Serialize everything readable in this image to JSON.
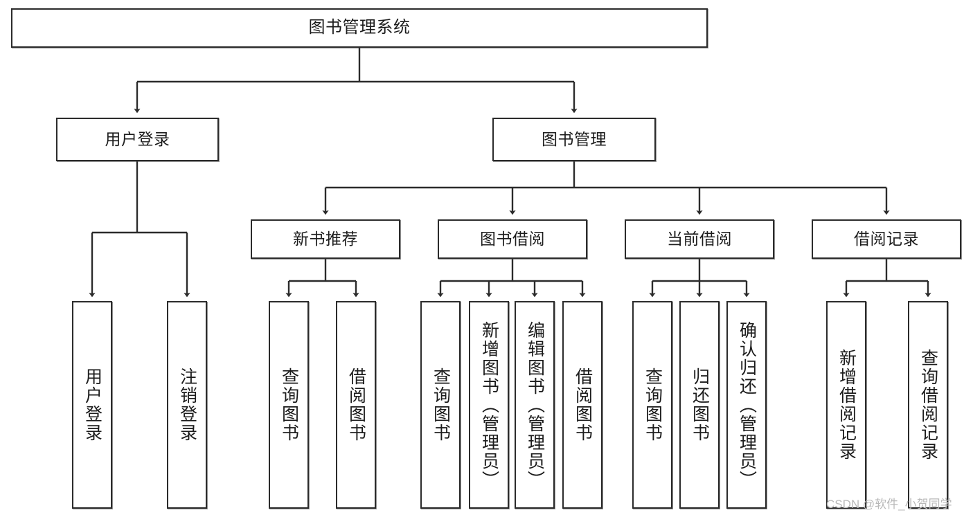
{
  "diagram": {
    "type": "tree",
    "title": "图书管理系统",
    "orientation": "top-down",
    "line_color": "#2b2b2b",
    "box_fill": "#ffffff",
    "background": "#ffffff",
    "levels": 4
  },
  "nodes": {
    "root": {
      "label": "图书管理系统",
      "level": 1
    },
    "user_login": {
      "label": "用户登录",
      "level": 2
    },
    "book_manage": {
      "label": "图书管理",
      "level": 2
    },
    "new_book_rec": {
      "label": "新书推荐",
      "level": 3
    },
    "book_borrow": {
      "label": "图书借阅",
      "level": 3
    },
    "current_borrow": {
      "label": "当前借阅",
      "level": 3
    },
    "borrow_record": {
      "label": "借阅记录",
      "level": 3
    },
    "leaf_user_login": {
      "label": "用户登录",
      "level": 4
    },
    "leaf_logout": {
      "label": "注销登录",
      "level": 4
    },
    "leaf_query_book_1": {
      "label": "查询图书",
      "level": 4
    },
    "leaf_borrow_book_1": {
      "label": "借阅图书",
      "level": 4
    },
    "leaf_query_book_2": {
      "label": "查询图书",
      "level": 4
    },
    "leaf_add_book": {
      "label": "新增图书（管理员）",
      "level": 4
    },
    "leaf_edit_book": {
      "label": "编辑图书（管理员）",
      "level": 4
    },
    "leaf_borrow_book_2": {
      "label": "借阅图书",
      "level": 4
    },
    "leaf_query_book_3": {
      "label": "查询图书",
      "level": 4
    },
    "leaf_return_book": {
      "label": "归还图书",
      "level": 4
    },
    "leaf_confirm_return": {
      "label": "确认归还（管理员）",
      "level": 4
    },
    "leaf_add_record": {
      "label": "新增借阅记录",
      "level": 4
    },
    "leaf_query_record": {
      "label": "查询借阅记录",
      "level": 4
    }
  },
  "edges": [
    {
      "from": "root",
      "to": "user_login"
    },
    {
      "from": "root",
      "to": "book_manage"
    },
    {
      "from": "user_login",
      "to": "leaf_user_login"
    },
    {
      "from": "user_login",
      "to": "leaf_logout"
    },
    {
      "from": "book_manage",
      "to": "new_book_rec"
    },
    {
      "from": "book_manage",
      "to": "book_borrow"
    },
    {
      "from": "book_manage",
      "to": "current_borrow"
    },
    {
      "from": "book_manage",
      "to": "borrow_record"
    },
    {
      "from": "new_book_rec",
      "to": "leaf_query_book_1"
    },
    {
      "from": "new_book_rec",
      "to": "leaf_borrow_book_1"
    },
    {
      "from": "book_borrow",
      "to": "leaf_query_book_2"
    },
    {
      "from": "book_borrow",
      "to": "leaf_add_book"
    },
    {
      "from": "book_borrow",
      "to": "leaf_edit_book"
    },
    {
      "from": "book_borrow",
      "to": "leaf_borrow_book_2"
    },
    {
      "from": "current_borrow",
      "to": "leaf_query_book_3"
    },
    {
      "from": "current_borrow",
      "to": "leaf_return_book"
    },
    {
      "from": "current_borrow",
      "to": "leaf_confirm_return"
    },
    {
      "from": "borrow_record",
      "to": "leaf_add_record"
    },
    {
      "from": "borrow_record",
      "to": "leaf_query_record"
    }
  ],
  "watermark": {
    "text": "CSDN @软件_小贺同学"
  }
}
